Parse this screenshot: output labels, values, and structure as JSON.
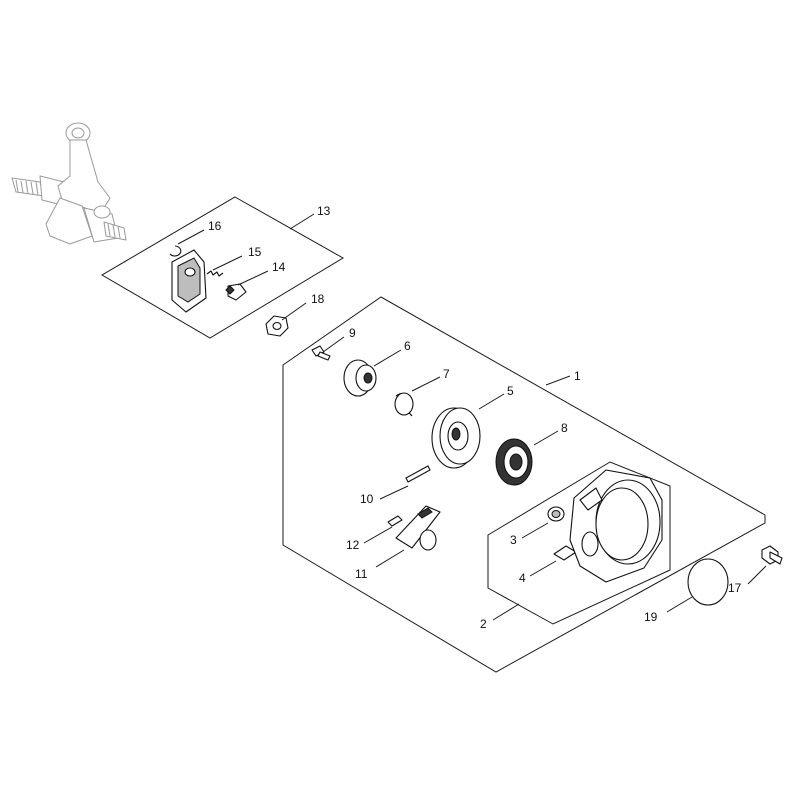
{
  "callouts": [
    {
      "id": "c1",
      "text": "1"
    },
    {
      "id": "c2",
      "text": "2"
    },
    {
      "id": "c3",
      "text": "3"
    },
    {
      "id": "c4",
      "text": "4"
    },
    {
      "id": "c5",
      "text": "5"
    },
    {
      "id": "c6",
      "text": "6"
    },
    {
      "id": "c7",
      "text": "7"
    },
    {
      "id": "c8",
      "text": "8"
    },
    {
      "id": "c9",
      "text": "9"
    },
    {
      "id": "c10",
      "text": "10"
    },
    {
      "id": "c11",
      "text": "11"
    },
    {
      "id": "c12",
      "text": "12"
    },
    {
      "id": "c13",
      "text": "13"
    },
    {
      "id": "c14",
      "text": "14"
    },
    {
      "id": "c15",
      "text": "15"
    },
    {
      "id": "c16",
      "text": "16"
    },
    {
      "id": "c17",
      "text": "17"
    },
    {
      "id": "c18",
      "text": "18"
    },
    {
      "id": "c19",
      "text": "19"
    }
  ],
  "colors": {
    "line": "#1a1a1a",
    "ghost": "#9a9a9a",
    "background": "#ffffff"
  }
}
